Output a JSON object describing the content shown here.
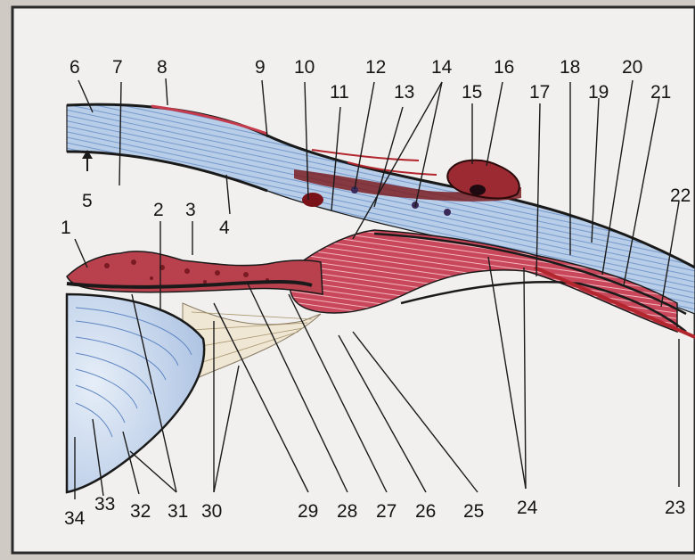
{
  "labels": {
    "n1": "1",
    "n2": "2",
    "n3": "3",
    "n4": "4",
    "n5": "5",
    "n6": "6",
    "n7": "7",
    "n8": "8",
    "n9": "9",
    "n10": "10",
    "n11": "11",
    "n12": "12",
    "n13": "13",
    "n14": "14",
    "n15": "15",
    "n16": "16",
    "n17": "17",
    "n18": "18",
    "n19": "19",
    "n20": "20",
    "n21": "21",
    "n22": "22",
    "n23": "23",
    "n24": "24",
    "n25": "25",
    "n26": "26",
    "n27": "27",
    "n28": "28",
    "n29": "29",
    "n30": "30",
    "n31": "31",
    "n32": "32",
    "n33": "33",
    "n34": "34"
  },
  "colors": {
    "paper": "#f1f0ee",
    "cornea_blue": "#b4cbe6",
    "cornea_stripe": "#5f86c2",
    "muscle_red": "#c63a4c",
    "vessel_red": "#8e1b22",
    "lens_blue": "#c9d8ec",
    "outline": "#1a1a1a"
  }
}
